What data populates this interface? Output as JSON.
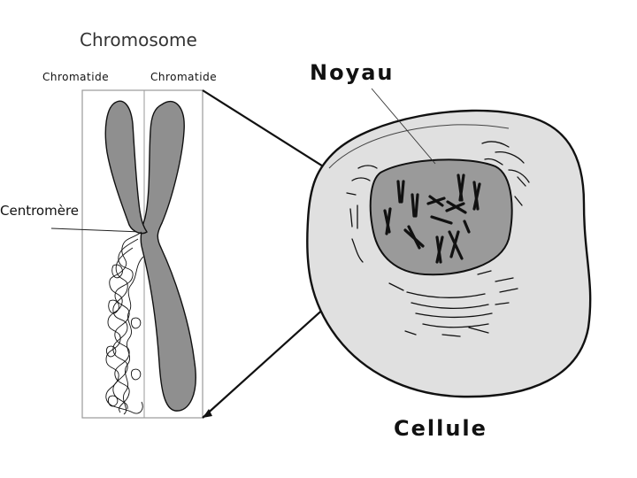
{
  "labels": {
    "title": "Chromosome",
    "chromatid_left": "Chromatide",
    "chromatid_right": "Chromatide",
    "centromere": "Centromère",
    "nucleus": "Noyau",
    "cell": "Cellule"
  },
  "colors": {
    "chromatid_fill": "#8f8f8f",
    "cytoplasm_fill": "#e0e0e0",
    "nucleus_fill": "#9a9a9a",
    "outline": "#111111",
    "frame": "#9a9a9a"
  }
}
